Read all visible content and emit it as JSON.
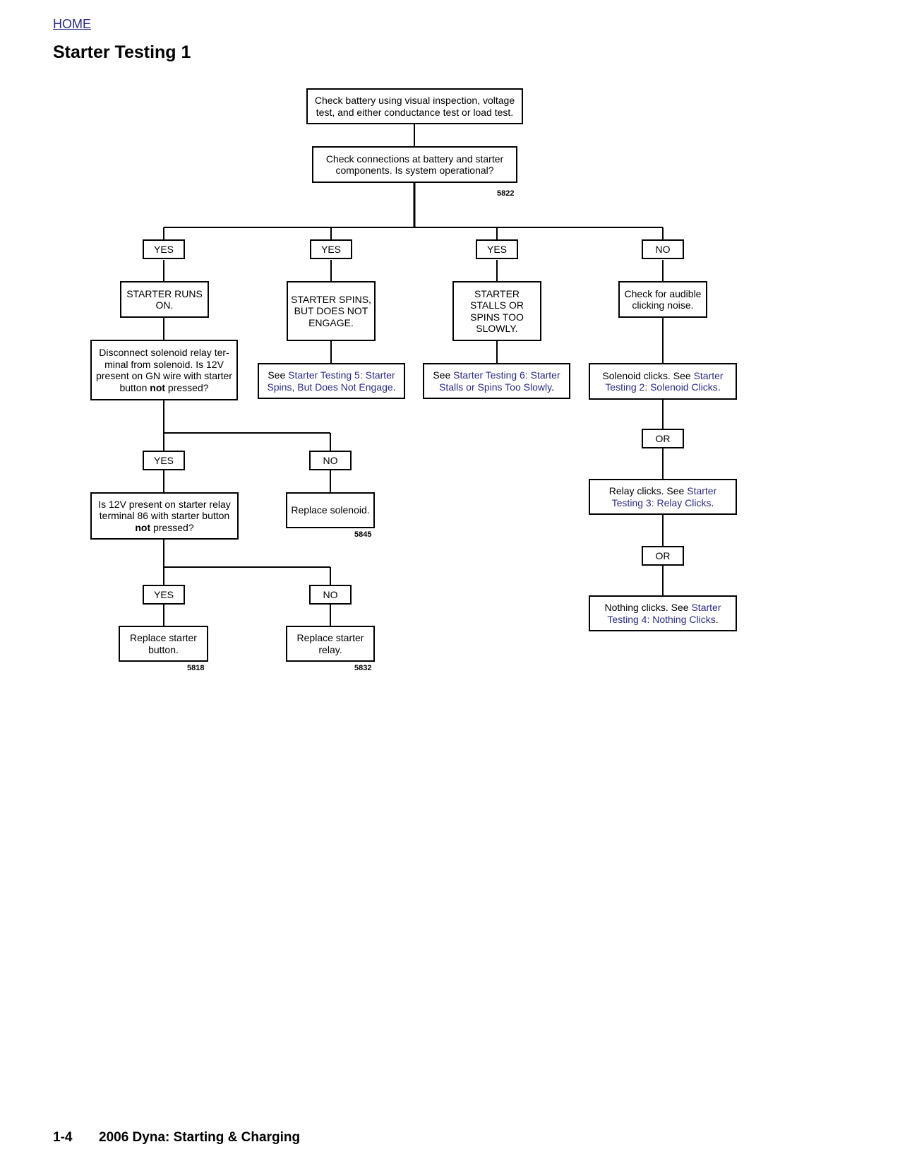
{
  "header": {
    "home_link": "HOME",
    "title": "Starter Testing 1"
  },
  "flow": {
    "check_battery": "Check battery using visual inspection, voltage test, and either conductance test or load test.",
    "check_connections": "Check connections at battery and starter components. Is system operational?",
    "fig_top": "5822",
    "labels": {
      "yes": "YES",
      "no": "NO",
      "or": "OR"
    },
    "runs_on": "STARTER RUNS ON.",
    "spins": "STARTER SPINS, BUT DOES NOT ENGAGE.",
    "stalls": "STARTER STALLS OR SPINS TOO SLOWLY.",
    "audible": "Check for audible clicking noise.",
    "disconnect": {
      "part1": "Disconnect solenoid relay ter-minal from solenoid. Is 12V present on GN wire with starter button ",
      "bold": "not",
      "part2": " pressed?"
    },
    "see5": {
      "prefix": "See ",
      "link": "Starter Testing 5: Starter Spins, But Does Not Engage",
      "suffix": "."
    },
    "see6": {
      "prefix": "See ",
      "link": "Starter Testing 6: Starter Stalls or Spins Too Slowly",
      "suffix": "."
    },
    "solenoid_clicks": {
      "prefix": "Solenoid clicks. See ",
      "link": "Starter Testing 2: Solenoid Clicks",
      "suffix": "."
    },
    "relay_clicks": {
      "prefix": "Relay clicks. See ",
      "link": "Starter Testing 3: Relay Clicks",
      "suffix": "."
    },
    "nothing_clicks": {
      "prefix": "Nothing clicks. See ",
      "link": "Starter Testing 4: Nothing Clicks",
      "suffix": "."
    },
    "twelve_v": {
      "part1": "Is 12V present on starter relay terminal 86 with starter button ",
      "bold": "not",
      "part2": " pressed?"
    },
    "replace_solenoid": "Replace solenoid.",
    "fig_solenoid": "5845",
    "replace_button": "Replace starter button.",
    "fig_button": "5818",
    "replace_relay": "Replace starter relay.",
    "fig_relay": "5832"
  },
  "footer": {
    "page": "1-4",
    "text": "2006 Dyna: Starting & Charging"
  }
}
